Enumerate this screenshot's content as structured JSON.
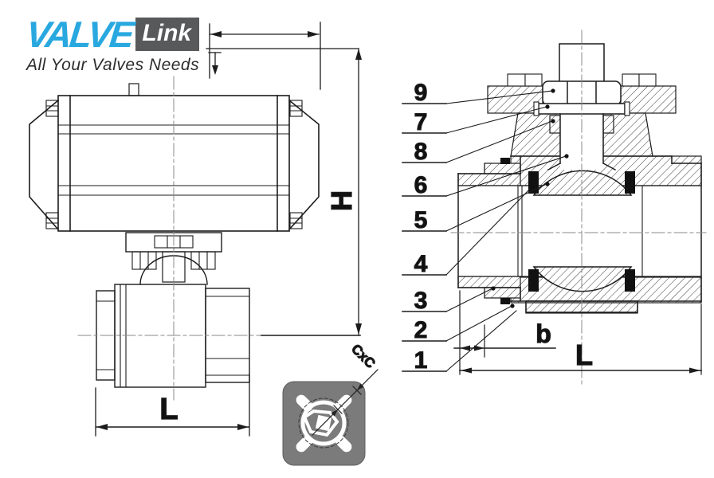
{
  "brand": {
    "primary": "VALVE",
    "secondary": "Link",
    "tagline": "All Your Valves Needs"
  },
  "left_view": {
    "dim_h": "H",
    "dim_l": "L"
  },
  "section_view": {
    "callouts": [
      "9",
      "7",
      "8",
      "6",
      "5",
      "4",
      "3",
      "2",
      "1"
    ],
    "dim_b": "b",
    "dim_l": "L"
  },
  "flange_view": {
    "dim": "CxC"
  },
  "colors": {
    "brand_blue": "#29a8e0",
    "brand_gray": "#58595b",
    "line": "#1c1c1c",
    "flange_gray": "#7b7b7b"
  }
}
